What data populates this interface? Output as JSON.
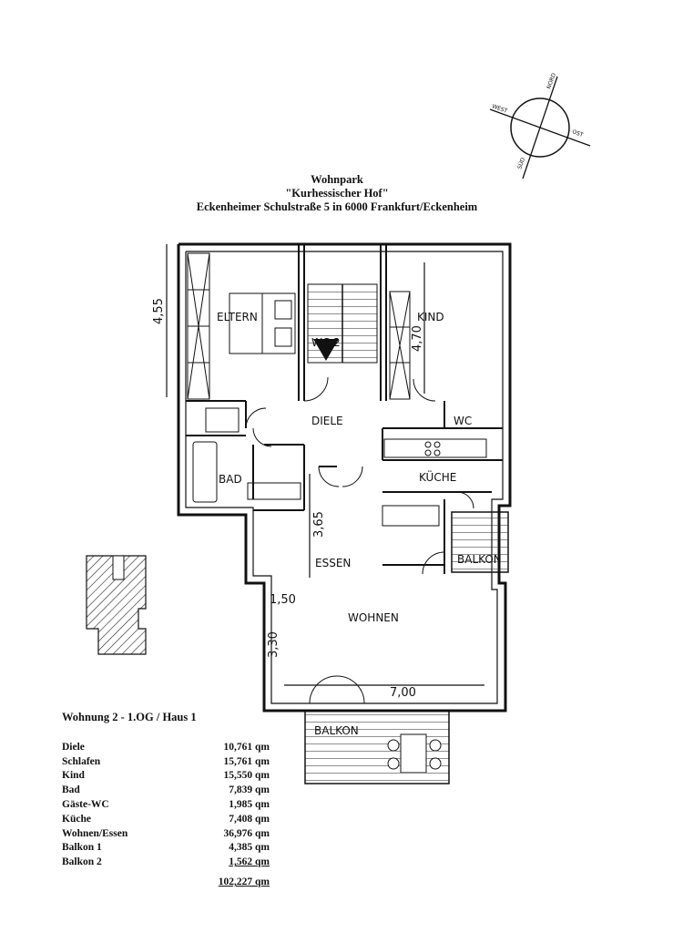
{
  "title": {
    "line1": "Wohnpark",
    "line2": "\"Kurhessischer Hof\"",
    "line3": "Eckenheimer Schulstraße 5 in 6000 Frankfurt/Eckenheim"
  },
  "compass": {
    "north": "NORD",
    "west": "WEST",
    "east": "OST",
    "south": "SÜD"
  },
  "rooms": {
    "eltern": "ELTERN",
    "kind": "KIND",
    "wc_stair": "WC 2",
    "diele": "DIELE",
    "wc": "WC",
    "bad": "BAD",
    "kuche": "KÜCHE",
    "essen": "ESSEN",
    "balkon_right": "BALKON",
    "wohnen": "WOHNEN",
    "balkon_bottom": "BALKON"
  },
  "dimensions": {
    "eltern_height": "4,55",
    "kind_height": "4,70",
    "essen_height": "3,65",
    "corner_width": "1,50",
    "wohnen_height": "3,30",
    "wohnen_width": "7,00"
  },
  "unit_heading": "Wohnung 2 - 1.OG / Haus 1",
  "areas": [
    {
      "name": "Diele",
      "value": "10,761 qm"
    },
    {
      "name": "Schlafen",
      "value": "15,761 qm"
    },
    {
      "name": "Kind",
      "value": "15,550 qm"
    },
    {
      "name": "Bad",
      "value": "7,839 qm"
    },
    {
      "name": "Gäste-WC",
      "value": "1,985 qm"
    },
    {
      "name": "Küche",
      "value": "7,408 qm"
    },
    {
      "name": "Wohnen/Essen",
      "value": "36,976 qm"
    },
    {
      "name": "Balkon 1",
      "value": "4,385 qm"
    },
    {
      "name": "Balkon 2",
      "value": "1,562 qm"
    }
  ],
  "total": "102,227 qm"
}
